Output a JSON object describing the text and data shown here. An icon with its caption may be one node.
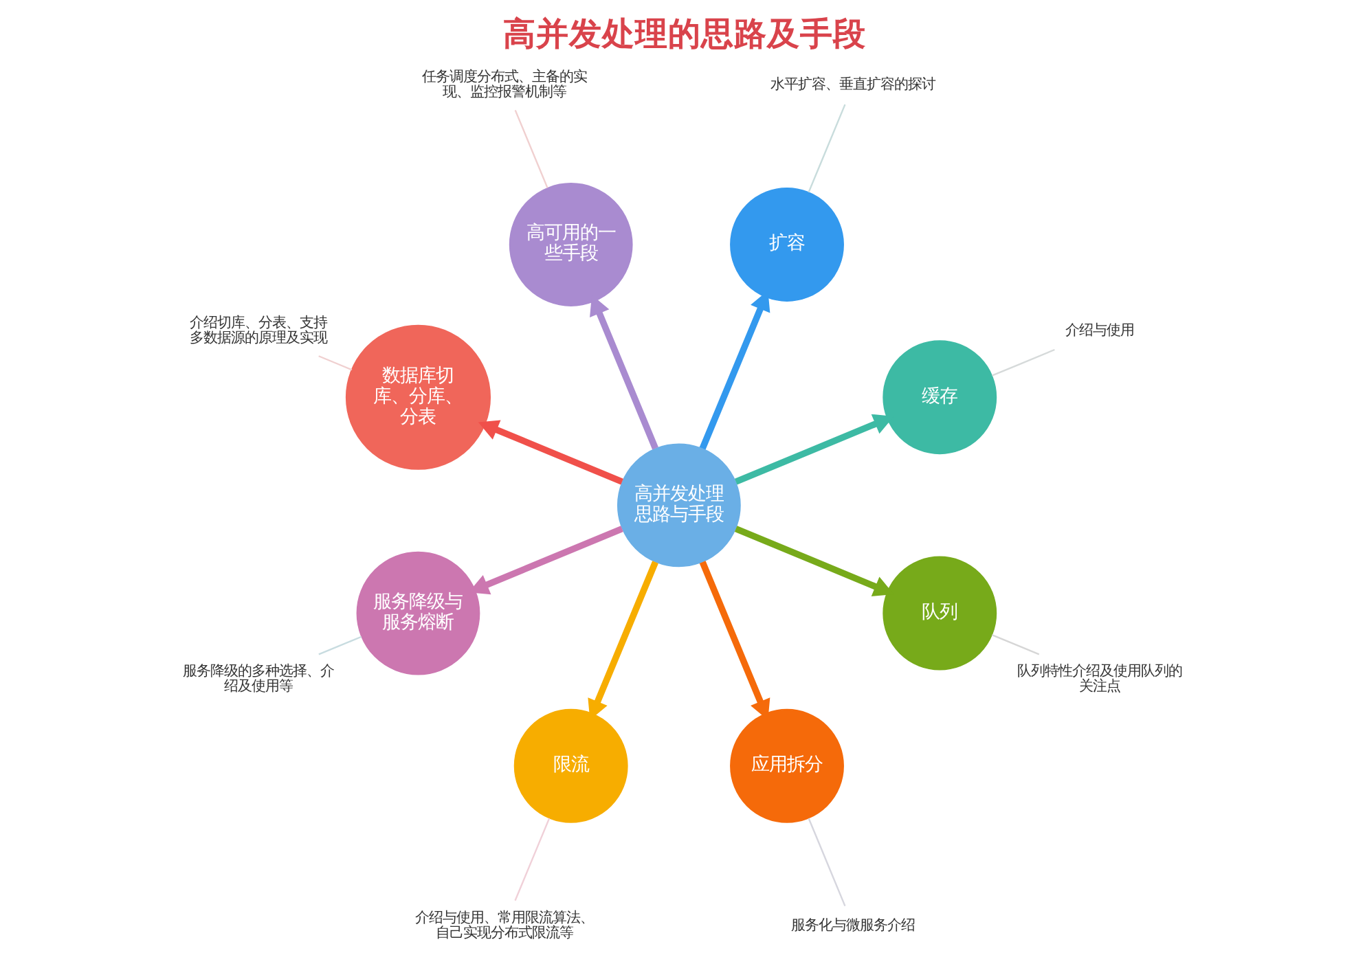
{
  "diagram": {
    "title": "高并发处理的思路及手段",
    "nodes": [
      {
        "text": [
          "高并发处理思路与手段"
        ]
      },
      {
        "text": [
          "扩容"
        ]
      },
      {
        "text": [
          "水平扩容、垂直扩容的探讨"
        ]
      },
      {
        "text": [
          "缓存"
        ]
      },
      {
        "text": [
          "介绍与使用"
        ]
      },
      {
        "text": [
          "队列"
        ]
      },
      {
        "text": [
          "队列特性介绍及使用队列的关注点"
        ]
      },
      {
        "text": [
          "应用拆分"
        ]
      },
      {
        "text": [
          "服务化与微服务介绍"
        ]
      },
      {
        "text": [
          "限流"
        ]
      },
      {
        "text": [
          "介绍与使用、常用限流算法、自己实现分布式限流等"
        ]
      },
      {
        "text": [
          "服务降级与服务熔断"
        ]
      },
      {
        "text": [
          "服务降级的多种选择、介绍及使用等"
        ]
      },
      {
        "text": [
          "数据库切库、分库、分表"
        ]
      },
      {
        "text": [
          "介绍切库、分表、支持多数据源的原理及实现"
        ]
      },
      {
        "text": [
          "高可用的一些手段"
        ]
      },
      {
        "text": [
          "任务调度分布式、主备的实现、监控报警机制等"
        ]
      }
    ],
    "edges": [
      {
        "from": 0,
        "to": 1,
        "arrow": "to",
        "style": "thick",
        "color": "#3399ee"
      },
      {
        "from": 0,
        "to": 3,
        "arrow": "to",
        "style": "thick",
        "color": "#3dbaa4"
      },
      {
        "from": 0,
        "to": 5,
        "arrow": "to",
        "style": "thick",
        "color": "#77aa1a"
      },
      {
        "from": 0,
        "to": 7,
        "arrow": "to",
        "style": "thick",
        "color": "#f56a0a"
      },
      {
        "from": 0,
        "to": 9,
        "arrow": "to",
        "style": "thick",
        "color": "#f7ad00"
      },
      {
        "from": 0,
        "to": 11,
        "arrow": "to",
        "style": "thick",
        "color": "#cc77b0"
      },
      {
        "from": 0,
        "to": 13,
        "arrow": "to",
        "style": "thick",
        "color": "#f0504a"
      },
      {
        "from": 0,
        "to": 15,
        "arrow": "to",
        "style": "thick",
        "color": "#a98bd0"
      },
      {
        "from": 1,
        "to": 2,
        "arrow": "none",
        "color": "#c8dcdc"
      },
      {
        "from": 3,
        "to": 4,
        "arrow": "none",
        "color": "#d6dada"
      },
      {
        "from": 5,
        "to": 6,
        "arrow": "none",
        "color": "#d6d6d6"
      },
      {
        "from": 7,
        "to": 8,
        "arrow": "none",
        "color": "#d6d6de"
      },
      {
        "from": 9,
        "to": 10,
        "arrow": "none",
        "color": "#f0d0d8"
      },
      {
        "from": 11,
        "to": 12,
        "arrow": "none",
        "color": "#c8dce0"
      },
      {
        "from": 13,
        "to": 14,
        "arrow": "none",
        "color": "#f0d0d0"
      },
      {
        "from": 15,
        "to": 16,
        "arrow": "none",
        "color": "#f0d0d0"
      }
    ]
  }
}
